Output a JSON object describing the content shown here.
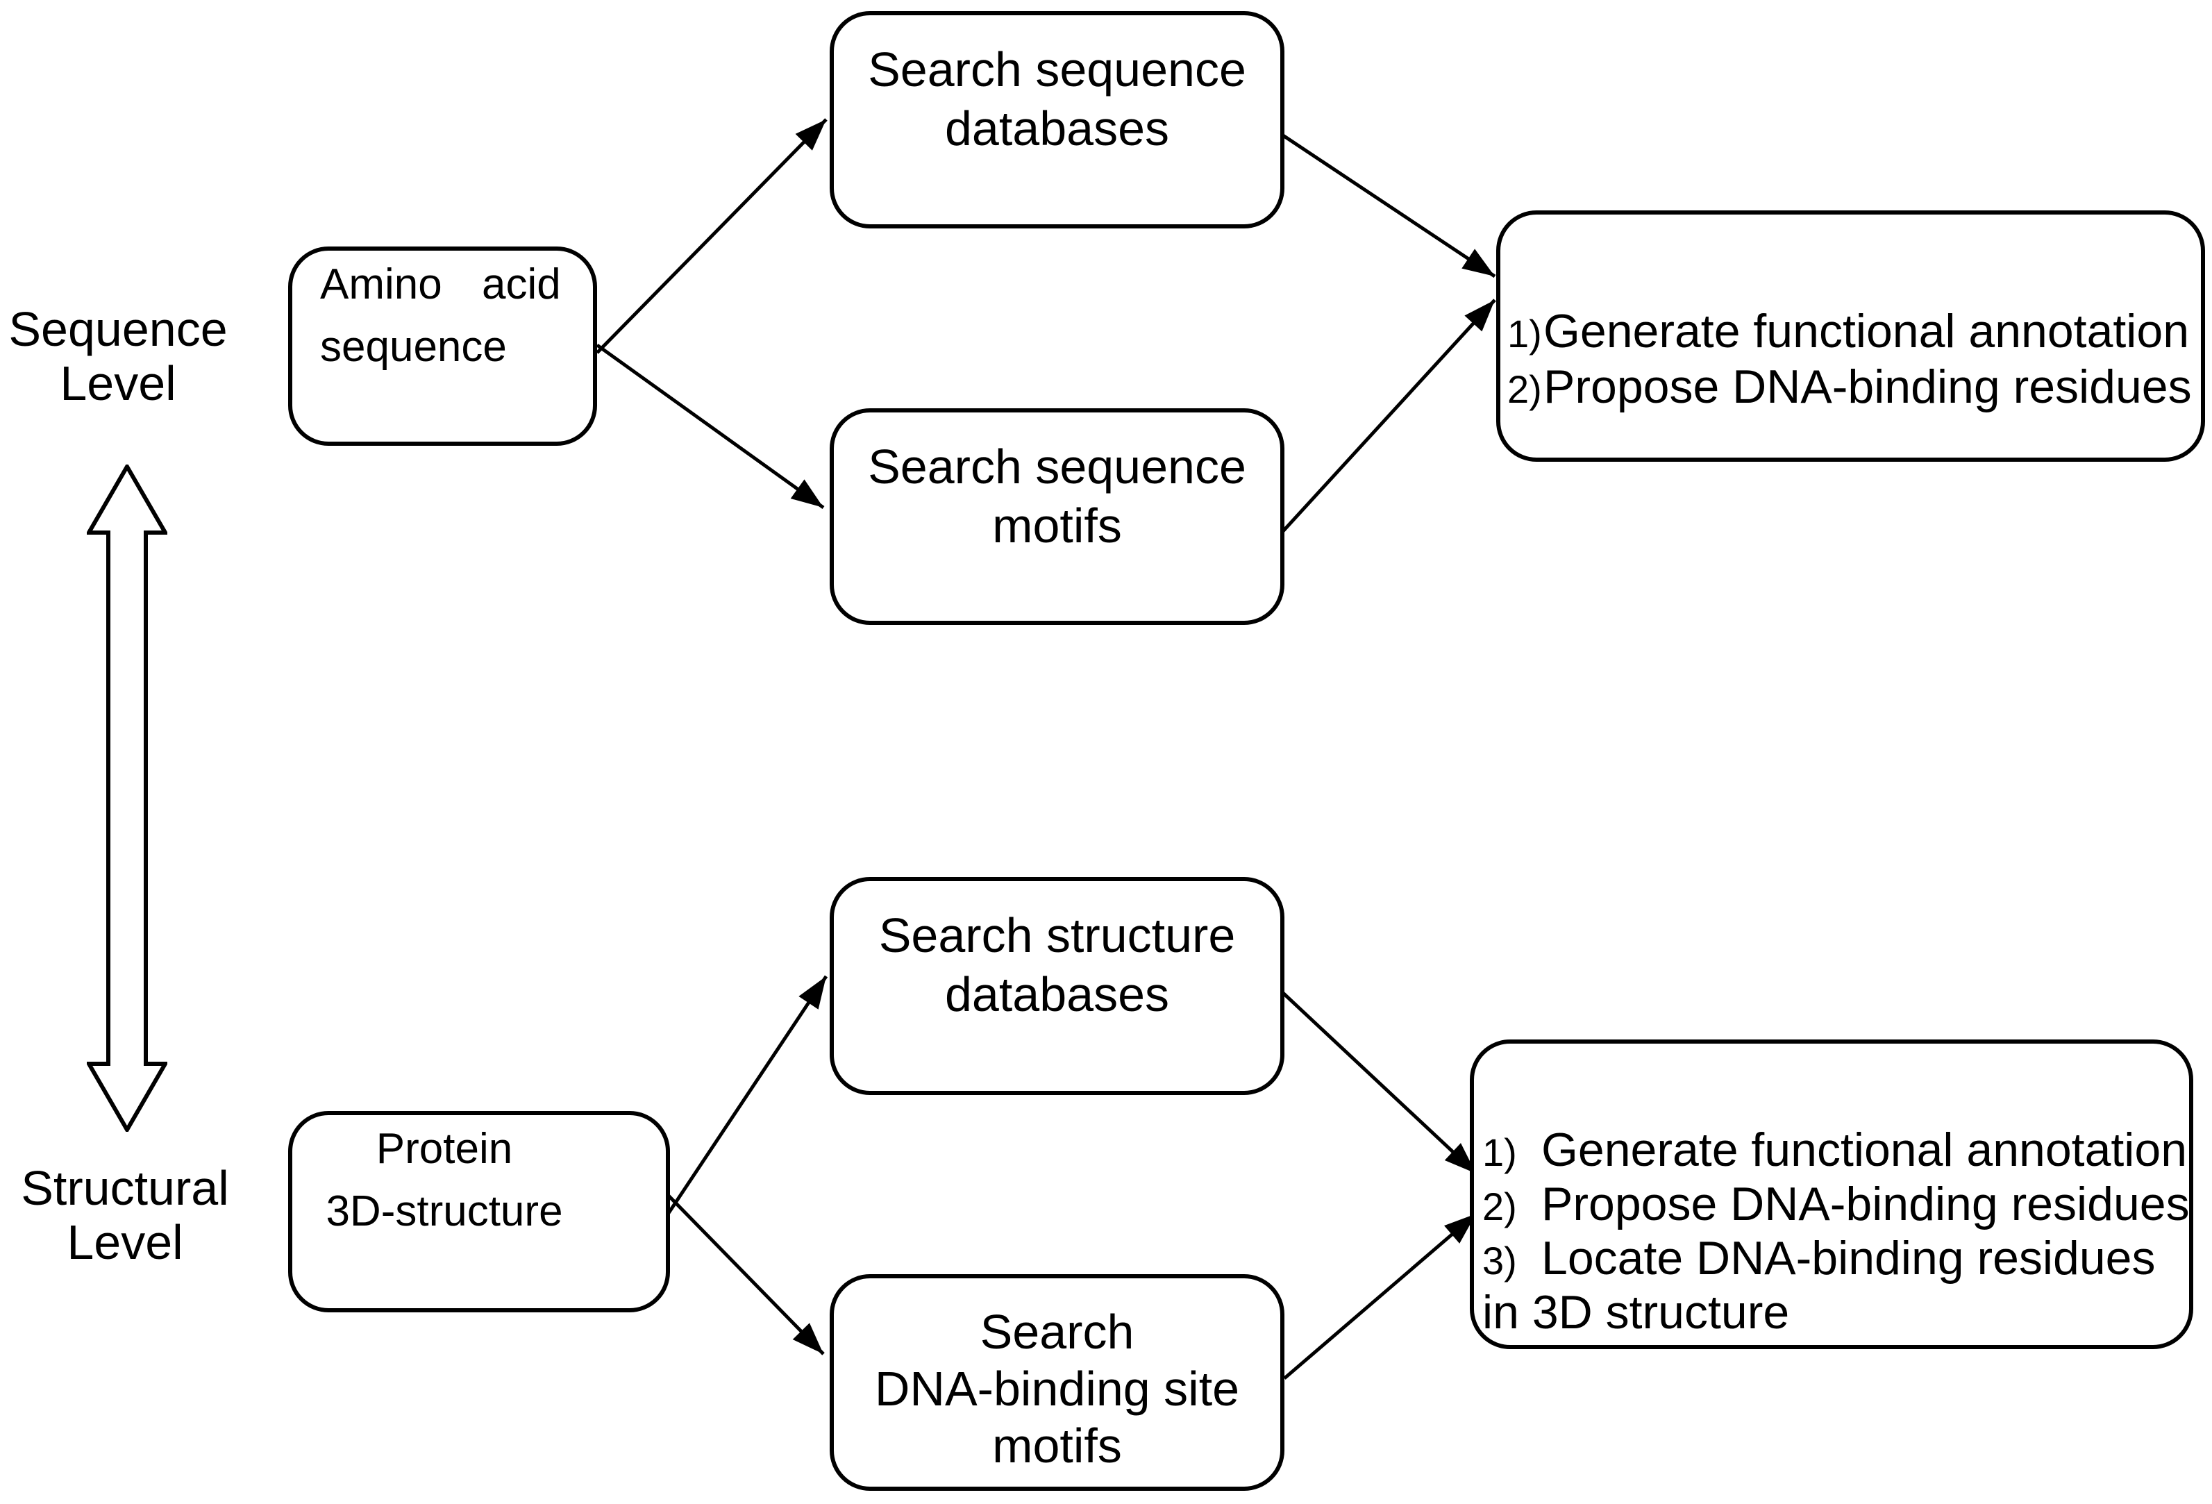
{
  "figure": {
    "background": "#ffffff",
    "ink": "#000000"
  },
  "labels": {
    "sequence_level": {
      "lines": [
        "Sequence",
        "Level"
      ]
    },
    "structural_level": {
      "lines": [
        "Structural",
        "Level"
      ]
    }
  },
  "nodes": {
    "amino_acid": {
      "lines": [
        "Amino acid",
        "sequence"
      ]
    },
    "search_seq_db": {
      "lines": [
        "Search sequence",
        "databases"
      ]
    },
    "search_seq_motifs": {
      "lines": [
        "Search sequence",
        "motifs"
      ]
    },
    "seq_results": {
      "items": [
        {
          "num": "1)",
          "text": "Generate functional annotation"
        },
        {
          "num": "2)",
          "text": "Propose DNA-binding residues"
        }
      ]
    },
    "protein_3d": {
      "lines": [
        "Protein",
        "3D-structure"
      ]
    },
    "search_struct_db": {
      "lines": [
        "Search structure",
        "databases"
      ]
    },
    "search_dna_motifs": {
      "lines": [
        "Search",
        "DNA-binding site",
        "motifs"
      ]
    },
    "struct_results": {
      "items": [
        {
          "num": "1)",
          "text": "Generate functional annotation"
        },
        {
          "num": "2)",
          "text": "Propose DNA-binding residues"
        },
        {
          "num": "3)",
          "text": "Locate DNA-binding residues"
        }
      ],
      "continuation": "in 3D structure"
    }
  },
  "edges": [
    {
      "from": "amino_acid",
      "to": "search_seq_db"
    },
    {
      "from": "amino_acid",
      "to": "search_seq_motifs"
    },
    {
      "from": "search_seq_db",
      "to": "seq_results"
    },
    {
      "from": "search_seq_motifs",
      "to": "seq_results"
    },
    {
      "from": "protein_3d",
      "to": "search_struct_db"
    },
    {
      "from": "protein_3d",
      "to": "search_dna_motifs"
    },
    {
      "from": "search_struct_db",
      "to": "struct_results"
    },
    {
      "from": "search_dna_motifs",
      "to": "struct_results"
    },
    {
      "from": "sequence_level",
      "to": "structural_level",
      "style": "double-headed"
    }
  ]
}
